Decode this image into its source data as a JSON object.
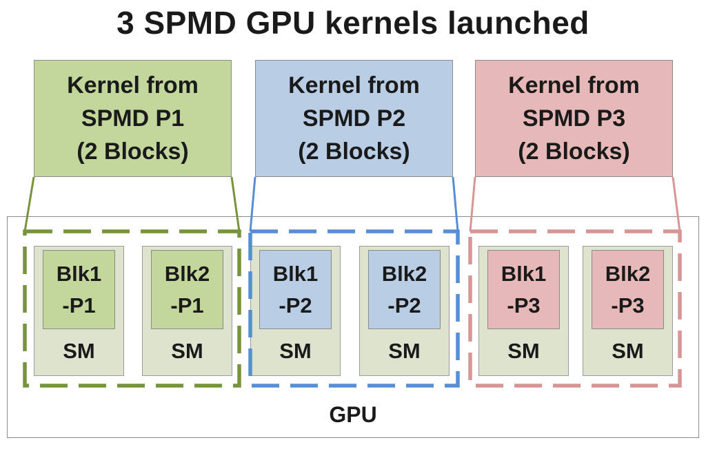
{
  "title": "3 SPMD GPU kernels launched",
  "gpu_label": "GPU",
  "colors": {
    "p1": "#c3d69b",
    "p1_line": "#77933c",
    "p2": "#b9cde5",
    "p2_line": "#558ed5",
    "p3": "#e6b9b8",
    "p3_line": "#d99594",
    "sm": "#dee3cd"
  },
  "kernels": [
    {
      "lines": [
        "Kernel from",
        "SPMD P1",
        "(2 Blocks)"
      ],
      "sms": [
        {
          "blk": [
            "Blk1",
            "-P1"
          ],
          "label": "SM"
        },
        {
          "blk": [
            "Blk2",
            "-P1"
          ],
          "label": "SM"
        }
      ]
    },
    {
      "lines": [
        "Kernel from",
        "SPMD P2",
        "(2 Blocks)"
      ],
      "sms": [
        {
          "blk": [
            "Blk1",
            "-P2"
          ],
          "label": "SM"
        },
        {
          "blk": [
            "Blk2",
            "-P2"
          ],
          "label": "SM"
        }
      ]
    },
    {
      "lines": [
        "Kernel from",
        "SPMD P3",
        "(2 Blocks)"
      ],
      "sms": [
        {
          "blk": [
            "Blk1",
            "-P3"
          ],
          "label": "SM"
        },
        {
          "blk": [
            "Blk2",
            "-P3"
          ],
          "label": "SM"
        }
      ]
    }
  ]
}
